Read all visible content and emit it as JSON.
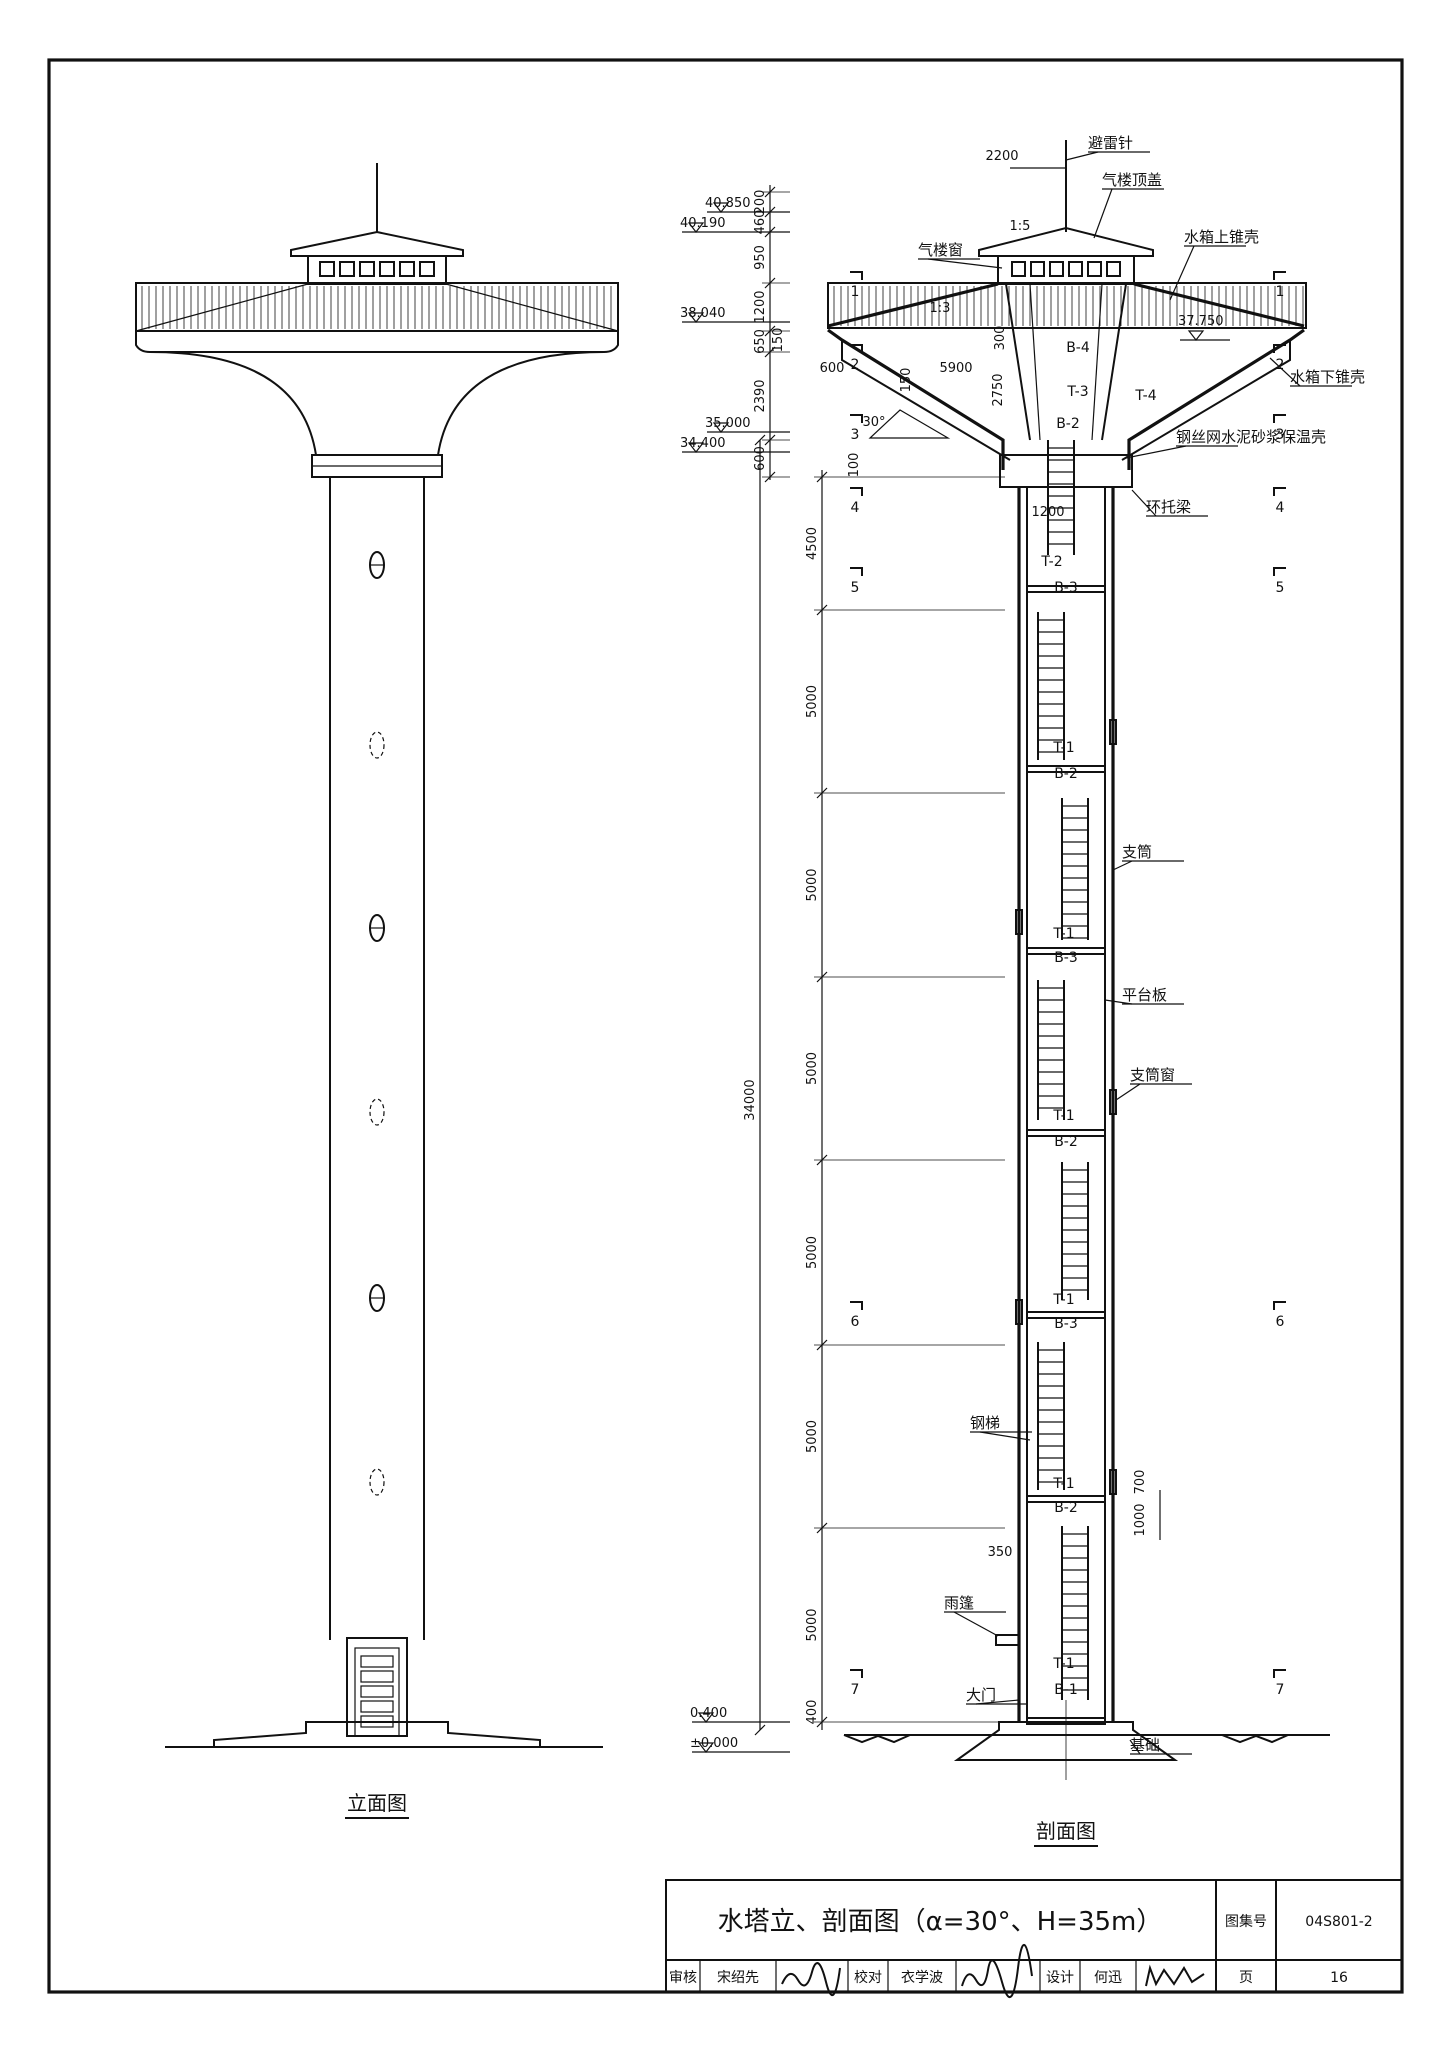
{
  "views": {
    "elevation_caption": "立面图",
    "section_caption": "剖面图"
  },
  "elevation_levels": [
    {
      "text": "40.850"
    },
    {
      "text": "40.190"
    },
    {
      "text": "38.040"
    },
    {
      "text": "35.000"
    },
    {
      "text": "34.400"
    },
    {
      "text": "0.400"
    },
    {
      "text": "±0.000"
    }
  ],
  "level_right": "37.750",
  "dims_upper": [
    "200",
    "460",
    "950",
    "1200",
    "650",
    "2390",
    "600"
  ],
  "dims_upper_small": [
    "150",
    "100"
  ],
  "dims_shaft": [
    "4500",
    "5000",
    "5000",
    "5000",
    "5000",
    "5000",
    "5000",
    "400"
  ],
  "dim_total": "34000",
  "dims_misc": {
    "top": "2200",
    "slope1": "1:5",
    "slope2": "1:3",
    "d600": "600",
    "d5900": "5900",
    "d150": "150",
    "d300": "300",
    "d2750": "2750",
    "angle": "30°",
    "d1200": "1200",
    "d350": "350",
    "d1000": "1000",
    "d700": "700"
  },
  "section_cuts": {
    "left": [
      "1",
      "2",
      "3",
      "4",
      "5",
      "6",
      "7"
    ],
    "right": [
      "1",
      "2",
      "3",
      "4",
      "5",
      "6",
      "7"
    ]
  },
  "member_marks": [
    "B-4",
    "T-3",
    "T-4",
    "B-2",
    "T-2",
    "B-3",
    "T-1",
    "B-2",
    "T-1",
    "B-3",
    "T-1",
    "B-2",
    "T-1",
    "B-3",
    "T-1",
    "B-2",
    "T-1",
    "B-1"
  ],
  "callouts": {
    "lightning_rod": "避雷针",
    "roof_cover": "气楼顶盖",
    "roof_window": "气楼窗",
    "tank_upper_shell": "水箱上锥壳",
    "tank_lower_shell": "水箱下锥壳",
    "insulation_shell": "钢丝网水泥砂浆保温壳",
    "ring_beam": "环托梁",
    "support_tube": "支筒",
    "platform_slab": "平台板",
    "tube_window": "支筒窗",
    "steel_ladder": "钢梯",
    "canopy": "雨篷",
    "gate": "大门",
    "foundation": "基础"
  },
  "title_block": {
    "title": "水塔立、剖面图（α=30°、H=35m）",
    "atlas_label": "图集号",
    "atlas_no": "04S801-2",
    "review_label": "审核",
    "reviewer": "宋绍先",
    "check_label": "校对",
    "checker": "衣学波",
    "design_label": "设计",
    "designer": "何迅",
    "page_label": "页",
    "page_no": "16"
  }
}
